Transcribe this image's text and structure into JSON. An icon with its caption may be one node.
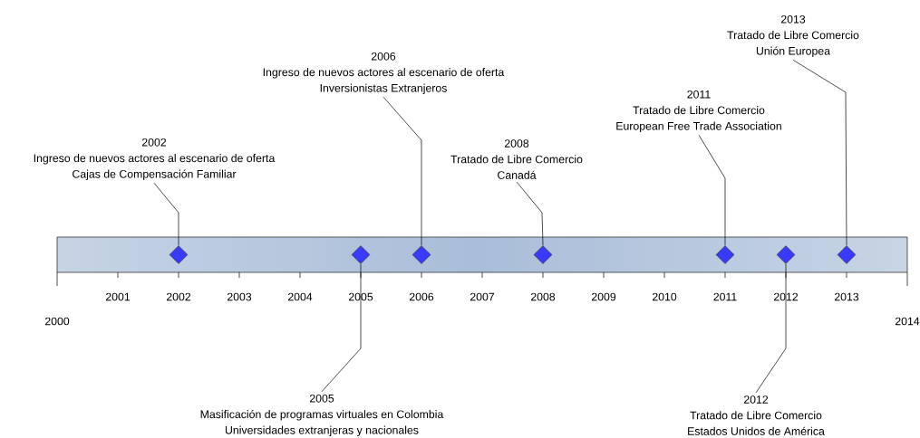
{
  "diagram": {
    "nodes": [
      {
        "text": [],
        "shape": "bar"
      },
      {
        "text": [],
        "shape": "diamond",
        "in": 0
      },
      {
        "text": [],
        "shape": "diamond",
        "in": 0
      },
      {
        "text": [],
        "shape": "diamond",
        "in": 0
      },
      {
        "text": [],
        "shape": "diamond",
        "in": 0
      },
      {
        "text": [],
        "shape": "diamond",
        "in": 0
      },
      {
        "text": [],
        "shape": "diamond",
        "in": 0
      },
      {
        "text": [],
        "shape": "diamond",
        "in": 0
      },
      {
        "text": [
          "2013",
          "Tratado de Libre Comercio",
          "Unión Europea"
        ]
      },
      {
        "text": [
          "2006",
          "Ingreso de nuevos actores al escenario de oferta",
          "Inversionistas Extranjeros"
        ]
      },
      {
        "text": [
          "2011",
          "Tratado de Libre Comercio",
          "European Free Trade Association"
        ]
      },
      {
        "text": [
          "2002",
          "Ingreso de nuevos actores al escenario de oferta",
          "Cajas de Compensación Familiar"
        ]
      },
      {
        "text": [
          "2008",
          "Tratado de Libre Comercio",
          "Canadá"
        ]
      },
      {
        "text": [
          "2005",
          "Masificación de programas virtuales en Colombia",
          "Universidades extranjeras y nacionales"
        ]
      },
      {
        "text": [
          "2012",
          "Tratado de Libre Comercio",
          "Estados Unidos de América"
        ]
      }
    ],
    "edges": [
      {
        "from": 11,
        "to": 1,
        "arrow": "none"
      },
      {
        "from": 13,
        "to": 2,
        "arrow": "none"
      },
      {
        "from": 9,
        "to": 3,
        "arrow": "none"
      },
      {
        "from": 12,
        "to": 4,
        "arrow": "none"
      },
      {
        "from": 10,
        "to": 5,
        "arrow": "none"
      },
      {
        "from": 14,
        "to": 6,
        "arrow": "none"
      },
      {
        "from": 8,
        "to": 7,
        "arrow": "none"
      }
    ],
    "labels": [
      "2001",
      "2002",
      "2003",
      "2004",
      "2005",
      "2006",
      "2007",
      "2008",
      "2009",
      "2010",
      "2011",
      "2012",
      "2013",
      "2000",
      "2014"
    ]
  }
}
